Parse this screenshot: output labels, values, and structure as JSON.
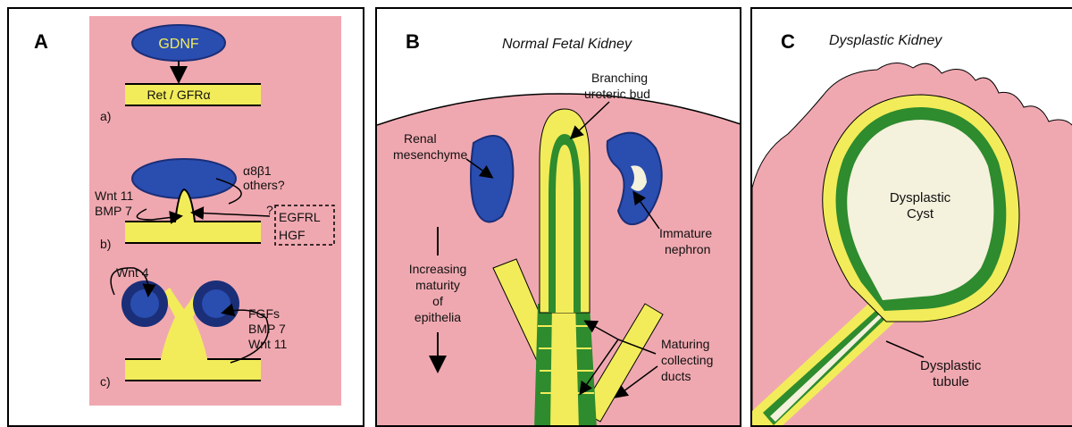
{
  "panel_a": {
    "letter": "A",
    "gdnf": "GDNF",
    "receptor": "Ret / GFRα",
    "step_a": "a)",
    "step_b": "b)",
    "step_c": "c)",
    "integrin": "α8β1",
    "others": "others?",
    "wnt11": "Wnt 11",
    "bmp7": "BMP 7",
    "question": "?",
    "egfrl": "EGFRL",
    "hgf": "HGF",
    "wnt4": "Wnt 4",
    "fgfs": "FGFs",
    "bmp7_c": "BMP 7",
    "wnt11_c": "Wnt 11"
  },
  "panel_b": {
    "letter": "B",
    "title": "Normal Fetal Kidney",
    "branching_1": "Branching",
    "branching_2": "ureteric bud",
    "renal_1": "Renal",
    "renal_2": "mesenchyme",
    "immature_1": "Immature",
    "immature_2": "nephron",
    "inc_1": "Increasing",
    "inc_2": "maturity",
    "inc_3": "of",
    "inc_4": "epithelia",
    "mat_1": "Maturing",
    "mat_2": "collecting",
    "mat_3": "ducts"
  },
  "panel_c": {
    "letter": "C",
    "title": "Dysplastic Kidney",
    "cyst_1": "Dysplastic",
    "cyst_2": "Cyst",
    "tub_1": "Dysplastic",
    "tub_2": "tubule"
  },
  "colors": {
    "pink": "#f0a8b0",
    "blue": "#2a4db0",
    "darkblue": "#1a2f78",
    "yellow": "#f2ec5a",
    "green": "#2e8b2e",
    "cream": "#f4f1dc"
  }
}
